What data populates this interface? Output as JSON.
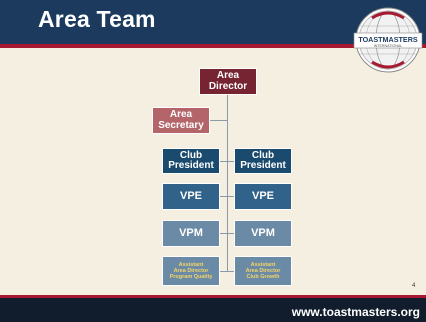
{
  "slide": {
    "title": "Area Team",
    "page_number": "4",
    "footer_url": "www.toastmasters.org"
  },
  "logo": {
    "text": "TOASTMASTERS",
    "subtext": "INTERNATIONAL"
  },
  "org_chart": {
    "area_director": "Area\nDirector",
    "area_secretary": "Area\nSecretary",
    "club_president_left": "Club\nPresident",
    "club_president_right": "Club\nPresident",
    "vpe_left": "VPE",
    "vpe_right": "VPE",
    "vpm_left": "VPM",
    "vpm_right": "VPM",
    "assistant_left": "Assistant\nArea Director\nProgram Quality",
    "assistant_right": "Assistant\nArea Director\nClub Growth"
  },
  "colors": {
    "header": "#1b3a5e",
    "accent_red": "#a71930",
    "director": "#772432",
    "secretary": "#b3656a",
    "president": "#1a4b6e",
    "vpe": "#31628a",
    "vpm": "#6b8aa6",
    "assistant_text": "#f5d466",
    "background": "#f5efe1"
  }
}
